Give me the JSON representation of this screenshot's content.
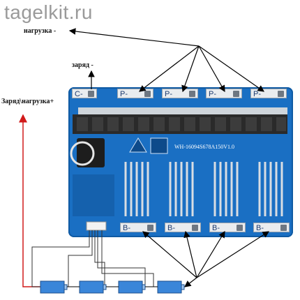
{
  "watermark": "tagelkit.ru",
  "labels": {
    "load_minus": "нагрузка -",
    "charge_minus": "заряд -",
    "charge_load_plus": "Заряд\\нагрузка+"
  },
  "board": {
    "model": "WH-16094S678A150V1.0",
    "c_pad": "C-",
    "p_pads": [
      "P-",
      "P-",
      "P-",
      "P-"
    ],
    "b_pads": [
      "B-",
      "B-",
      "B-",
      "B-"
    ]
  },
  "battery_cells": 4,
  "colors": {
    "board": "#1a6fc3",
    "arrow_red": "#d11a1a",
    "arrow_black": "#000000",
    "cell": "#3a86d9"
  }
}
